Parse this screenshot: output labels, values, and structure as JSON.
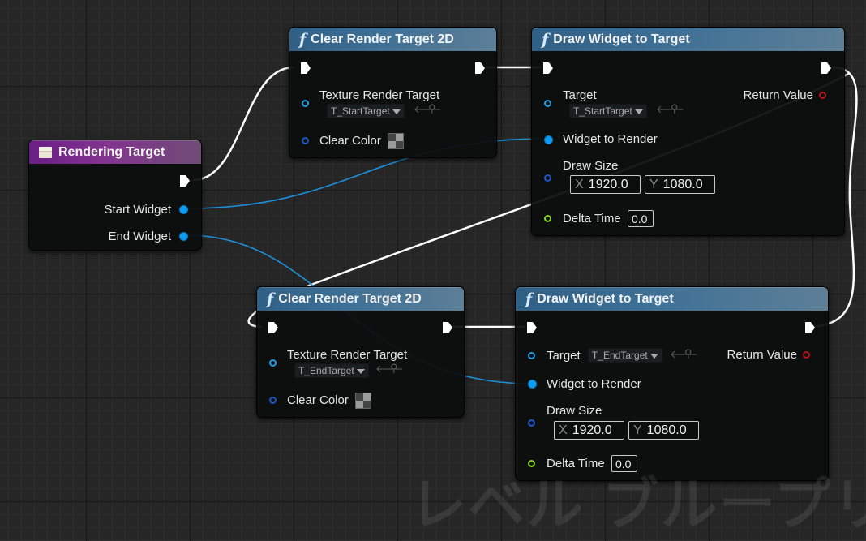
{
  "nodes": {
    "rendering_target": {
      "title": "Rendering Target",
      "start_widget": "Start Widget",
      "end_widget": "End Widget"
    },
    "clear_top": {
      "title": "Clear Render Target 2D",
      "texture": "Texture Render Target",
      "target_value": "T_StartTarget",
      "clear_color": "Clear Color"
    },
    "draw_top": {
      "title": "Draw Widget to Target",
      "target": "Target",
      "target_value": "T_StartTarget",
      "return_value": "Return Value",
      "widget": "Widget to Render",
      "draw_size": "Draw Size",
      "x_axis": "X",
      "x_value": "1920.0",
      "y_axis": "Y",
      "y_value": "1080.0",
      "delta_time": "Delta Time",
      "delta_value": "0.0"
    },
    "clear_bottom": {
      "title": "Clear Render Target 2D",
      "texture": "Texture Render Target",
      "target_value": "T_EndTarget",
      "clear_color": "Clear Color"
    },
    "draw_bottom": {
      "title": "Draw Widget to Target",
      "target": "Target",
      "target_value": "T_EndTarget",
      "return_value": "Return Value",
      "widget": "Widget to Render",
      "draw_size": "Draw Size",
      "x_axis": "X",
      "x_value": "1920.0",
      "y_axis": "Y",
      "y_value": "1080.0",
      "delta_time": "Delta Time",
      "delta_value": "0.0"
    }
  },
  "icons": {
    "function": "function-icon",
    "event": "event-icon",
    "browse": "arrow-left-icon",
    "search": "magnifier-icon"
  },
  "glyphs": {
    "function": "f"
  },
  "watermark": "レベル ブループリント",
  "colors": {
    "function_header": "#3f7096",
    "event_header": "#83348f",
    "exec_wire": "#ffffff",
    "object_wire": "#1e90d8",
    "float_pin": "#86d21c",
    "struct_pin": "#1d56c6",
    "bool_pin": "#b5141a"
  }
}
